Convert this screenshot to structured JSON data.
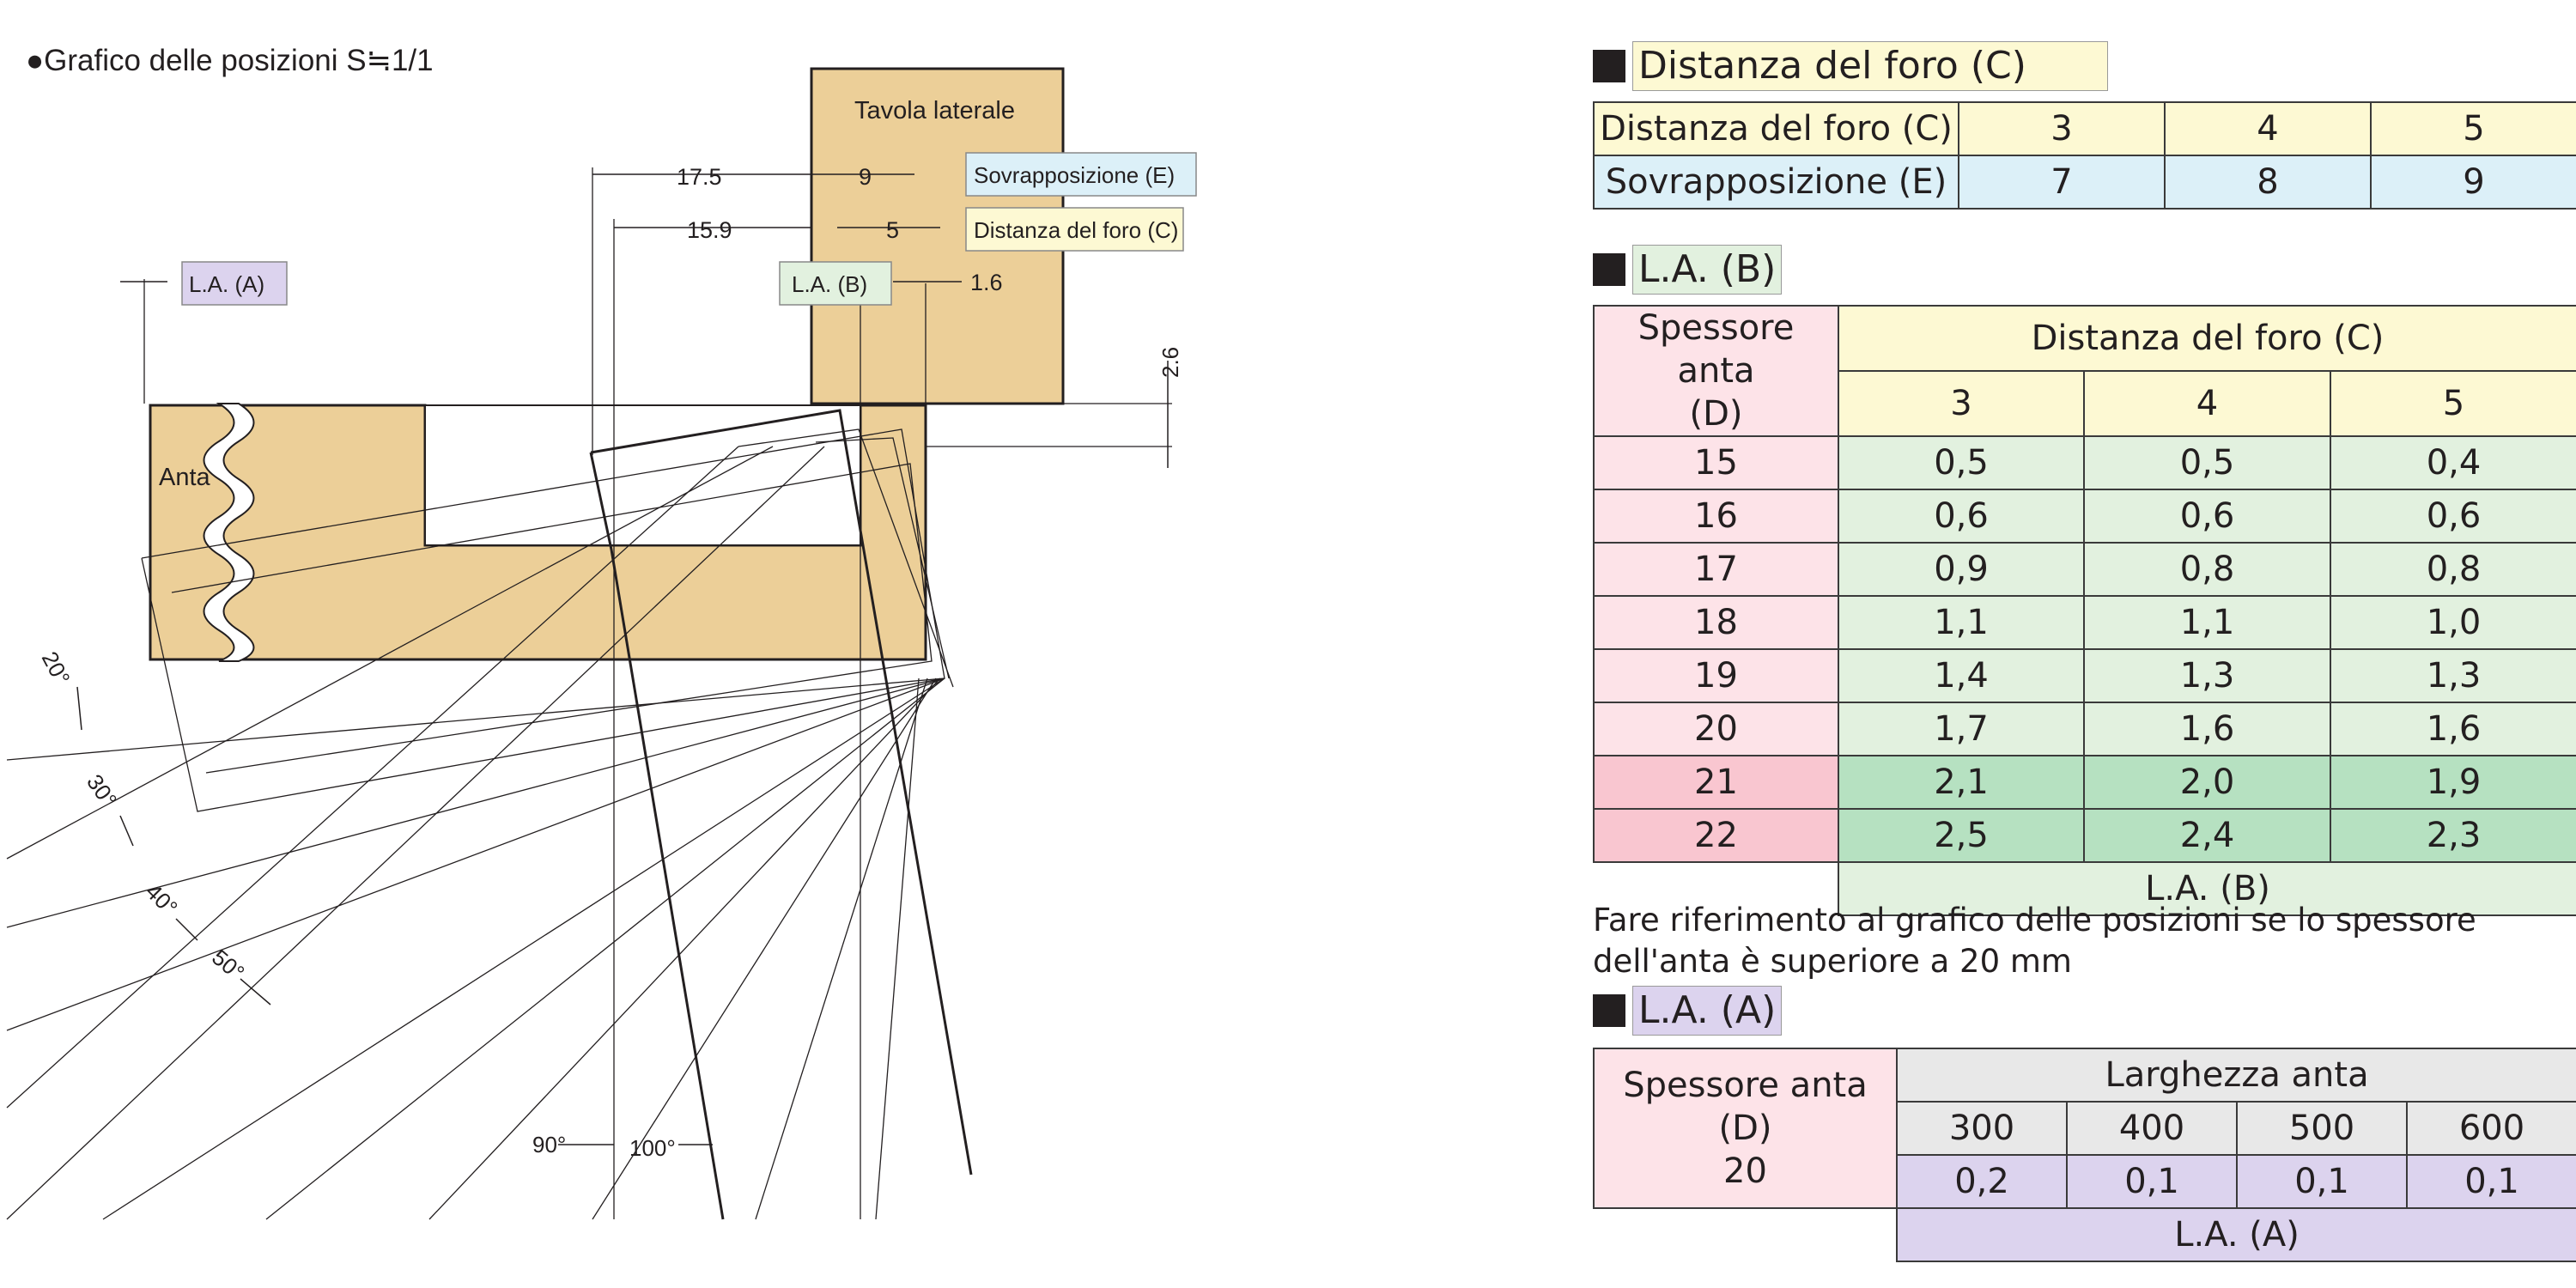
{
  "diagram": {
    "title": "●Grafico delle posizioni   S≒1/1",
    "labels": {
      "tavola_laterale": "Tavola laterale",
      "anta": "Anta",
      "sovrapposizione_tag": "Sovrapposizione (E)",
      "distanza_tag": "Distanza del foro (C)",
      "la_b_tag": "L.A. (B)",
      "la_a_tag": "L.A. (A)"
    },
    "dimensions": {
      "d_17_5": "17.5",
      "d_9": "9",
      "d_15_9": "15.9",
      "d_5": "5",
      "d_1_6": "1.6",
      "d_2_6": "2.6"
    },
    "angles": {
      "a20": "20°",
      "a30": "30°",
      "a40": "40°",
      "a50": "50°",
      "a90": "90°",
      "a100": "100°"
    }
  },
  "table_c": {
    "title": "Distanza del foro (C)",
    "row1_label": "Distanza del foro (C)",
    "row1_values": [
      "3",
      "4",
      "5"
    ],
    "row2_label": "Sovrapposizione (E)",
    "row2_values": [
      "7",
      "8",
      "9"
    ]
  },
  "table_b": {
    "title": "L.A. (B)",
    "corner_label": "Spessore anta\n(D)",
    "col_group": "Distanza del foro (C)",
    "cols": [
      "3",
      "4",
      "5"
    ],
    "rows": [
      {
        "d": "15",
        "v": [
          "0,5",
          "0,5",
          "0,4"
        ]
      },
      {
        "d": "16",
        "v": [
          "0,6",
          "0,6",
          "0,6"
        ]
      },
      {
        "d": "17",
        "v": [
          "0,9",
          "0,8",
          "0,8"
        ]
      },
      {
        "d": "18",
        "v": [
          "1,1",
          "1,1",
          "1,0"
        ]
      },
      {
        "d": "19",
        "v": [
          "1,4",
          "1,3",
          "1,3"
        ]
      },
      {
        "d": "20",
        "v": [
          "1,7",
          "1,6",
          "1,6"
        ]
      },
      {
        "d": "21",
        "v": [
          "2,1",
          "2,0",
          "1,9"
        ]
      },
      {
        "d": "22",
        "v": [
          "2,5",
          "2,4",
          "2,3"
        ]
      }
    ],
    "footer": "L.A. (B)",
    "note": "Fare riferimento al grafico delle posizioni se lo spessore dell'anta è superiore a 20 mm"
  },
  "table_a": {
    "title": "L.A. (A)",
    "corner_label": "Spessore anta (D)\n20",
    "col_group": "Larghezza anta",
    "cols": [
      "300",
      "400",
      "500",
      "600"
    ],
    "values": [
      "0,2",
      "0,1",
      "0,1",
      "0,1"
    ],
    "footer": "L.A. (A)"
  },
  "colors": {
    "wood": "#eccf98",
    "yellow": "#fdf9d3",
    "blue": "#dcf0f8",
    "pink": "#fde3e8",
    "pink_strong": "#f9c6d0",
    "green": "#e2f1df",
    "green_strong": "#b6e1c1",
    "lavender": "#dcd3ee",
    "grey": "#e8e8e8"
  }
}
